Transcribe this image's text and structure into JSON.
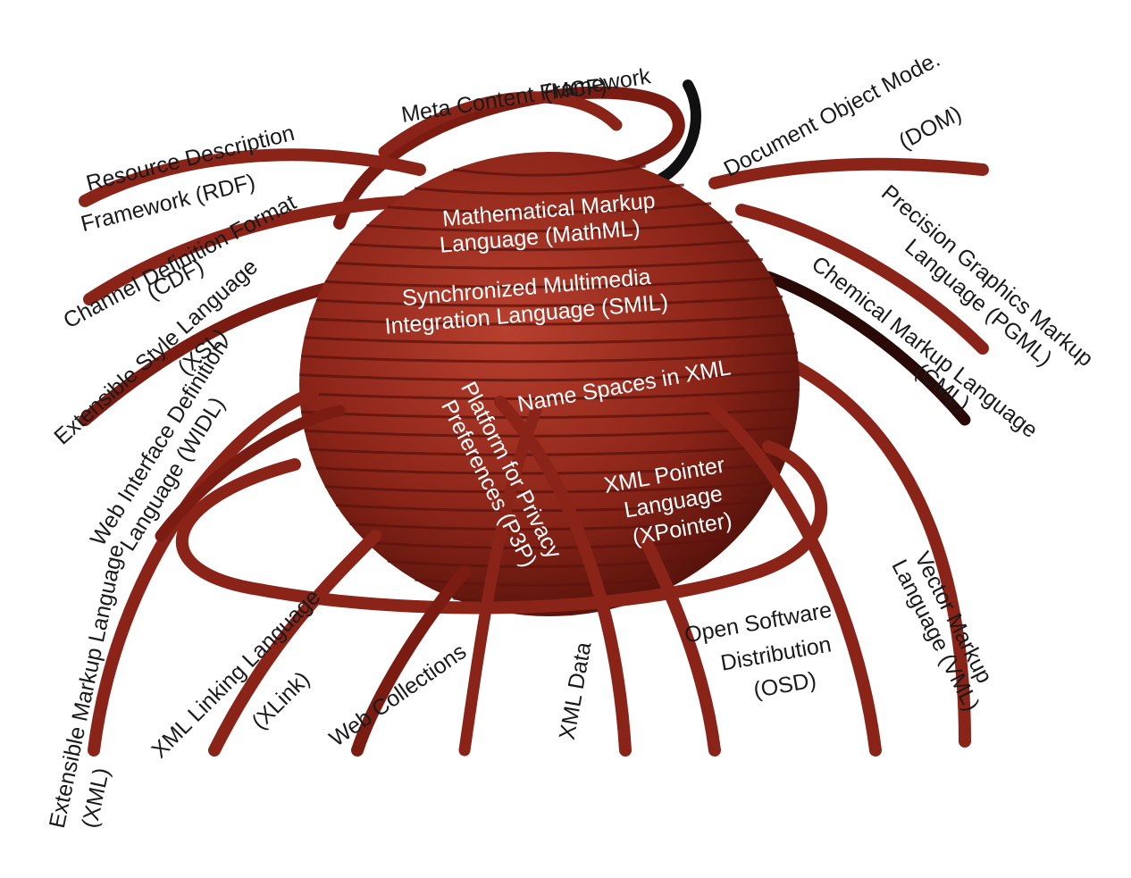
{
  "colors": {
    "rope": "#9a2a1e",
    "rope_dark": "#5e140d",
    "rope_light": "#c44a36",
    "background": "#ffffff",
    "outer_text": "#1a1a1a",
    "inner_text": "#ffffff"
  },
  "outer_labels": {
    "mcf_1": "Meta Content Framework",
    "mcf_2": "(MCF)",
    "rdf_1": "Resource Description",
    "rdf_2": "Framework (RDF)",
    "cdf_1": "Channel Definition Format",
    "cdf_2": "(CDF)",
    "xsl_1": "Extensible Style Language",
    "xsl_2": "(XSL)",
    "widl_1": "Web Interface Definition",
    "widl_2": "Language (WIDL)",
    "xml_1": "Extensible Markup Language",
    "xml_2": "(XML)",
    "xlink_1": "XML Linking Language",
    "xlink_2": "(XLink)",
    "webcol": "Web Collections",
    "xmldata": "XML Data",
    "osd_1": "Open Software",
    "osd_2": "Distribution",
    "osd_3": "(OSD)",
    "vml_1": "Vector Markup",
    "vml_2": "Language (VML)",
    "dom_1": "Document Object Mode.",
    "dom_2": "(DOM)",
    "pgml_1": "Precision Graphics Markup",
    "pgml_2": "Language (PGML)",
    "cml_1": "Chemical Markup Language",
    "cml_2": "(CML)"
  },
  "inner_labels": {
    "mathml_1": "Mathematical Markup",
    "mathml_2": "Language (MathML)",
    "smil_1": "Synchronized Multimedia",
    "smil_2": "Integration Language (SMIL)",
    "ns": "Name Spaces in XML",
    "p3p_1": "Platform for Privacy",
    "p3p_2": "Preferences (P3P)",
    "xpointer_1": "XML Pointer",
    "xpointer_2": "Language",
    "xpointer_3": "(XPointer)"
  }
}
